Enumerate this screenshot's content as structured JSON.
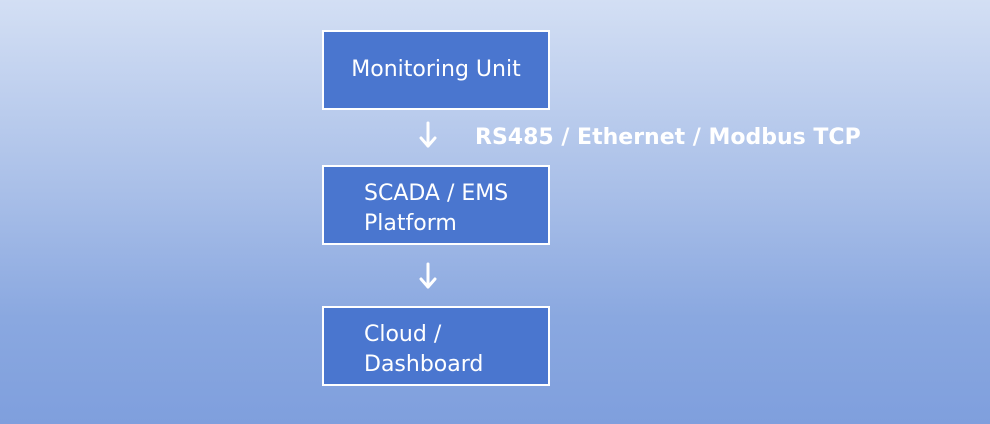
{
  "diagram": {
    "nodes": [
      {
        "lines": [
          "Monitoring Unit"
        ]
      },
      {
        "lines": [
          "SCADA / EMS",
          "Platform"
        ]
      },
      {
        "lines": [
          "Cloud /",
          "Dashboard"
        ]
      }
    ],
    "edge_label": "RS485 / Ethernet / Modbus TCP"
  },
  "colors": {
    "node_fill": "#4a76cf",
    "node_border": "#ffffff",
    "text": "#ffffff",
    "background_top": "#d3dff4",
    "background_bottom": "#7f9fdd"
  },
  "icons": [
    "arrow-down-icon"
  ]
}
